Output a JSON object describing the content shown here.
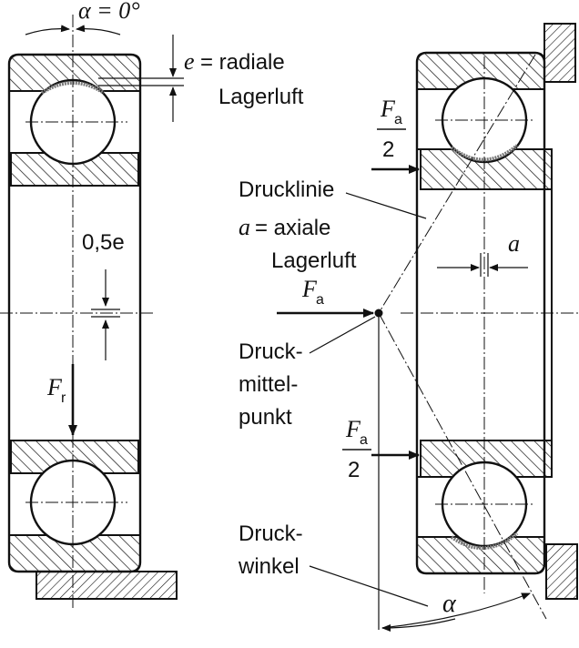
{
  "labels": {
    "alpha_zero": "α = 0°",
    "e_symbol": "e",
    "e_text": "= radiale",
    "lagerluft_1": "Lagerluft",
    "half_e": "0,5e",
    "fr_main": "F",
    "fr_sub": "r",
    "fa_top_num": "F",
    "fa_top_sub": "a",
    "fa_top_den": "2",
    "drucklinie": "Drucklinie",
    "a_symbol": "a",
    "a_text": "= axiale",
    "lagerluft_2": "Lagerluft",
    "a_gap": "a",
    "fa_main": "F",
    "fa_main_sub": "a",
    "druck_1": "Druck-",
    "druck_2": "mittel-",
    "druck_3": "punkt",
    "fa_bot_num": "F",
    "fa_bot_sub": "a",
    "fa_bot_den": "2",
    "winkel_1": "Druck-",
    "winkel_2": "winkel",
    "alpha": "α"
  }
}
